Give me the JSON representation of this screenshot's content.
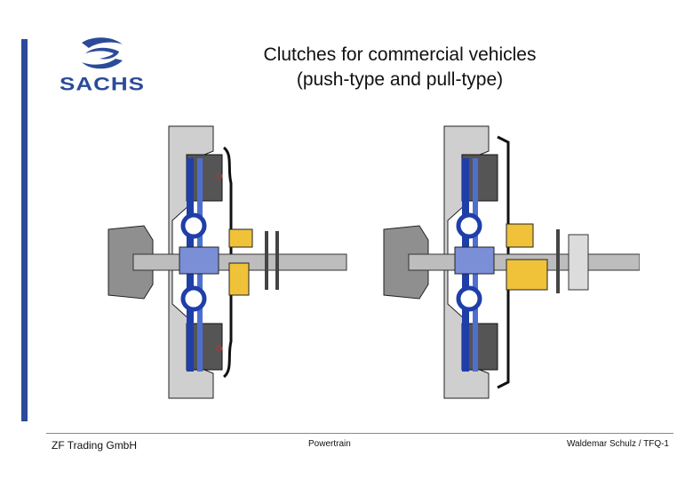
{
  "title": {
    "line1": "Clutches for commercial vehicles",
    "line2": "(push-type and pull-type)"
  },
  "logo": {
    "text": "SACHS",
    "icon": "sachs-logo-icon"
  },
  "footer": {
    "left": "ZF Trading GmbH",
    "middle": "Powertrain",
    "right": "Waldemar Schulz / TFQ-1"
  },
  "colors": {
    "accent": "#2b4a9a",
    "housing": "#c9c9c9",
    "friction": "#1f3fa8",
    "bearing": "#f0c23a",
    "shaft": "#bdbdbd"
  },
  "diagrams": [
    {
      "name": "push-type",
      "icon": "push-type-clutch-diagram"
    },
    {
      "name": "pull-type",
      "icon": "pull-type-clutch-diagram"
    }
  ]
}
